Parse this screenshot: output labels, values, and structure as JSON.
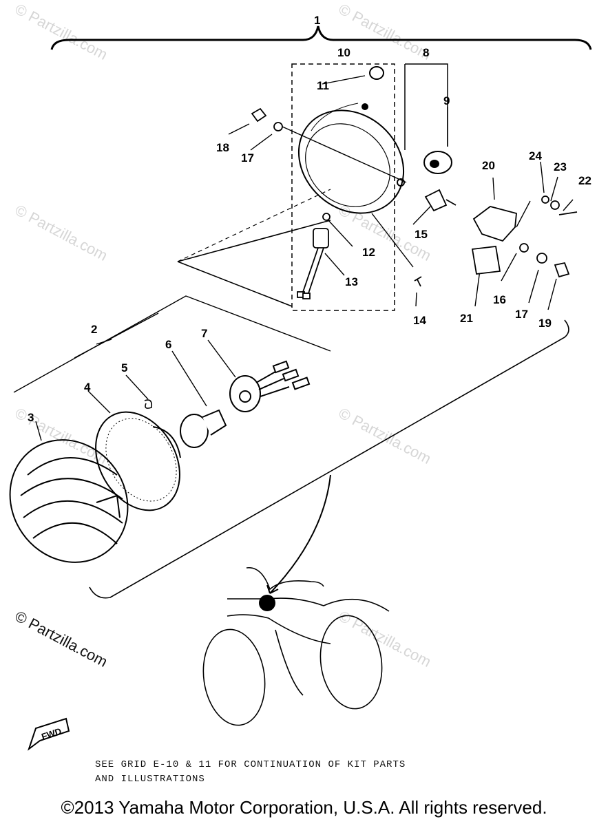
{
  "callouts": {
    "c1": "1",
    "c2": "2",
    "c3": "3",
    "c4": "4",
    "c5": "5",
    "c6": "6",
    "c7": "7",
    "c8": "8",
    "c9": "9",
    "c10": "10",
    "c11": "11",
    "c12": "12",
    "c13": "13",
    "c14": "14",
    "c15": "15",
    "c16": "16",
    "c17a": "17",
    "c17b": "17",
    "c18": "18",
    "c19": "19",
    "c20": "20",
    "c21": "21",
    "c22": "22",
    "c23": "23",
    "c24": "24"
  },
  "watermarks": {
    "repeat": "© Partzilla.com",
    "main": "© Partzilla.com"
  },
  "fwd_badge": "FWD",
  "note": {
    "line1": "SEE GRID E-10 & 11 FOR CONTINUATION OF KIT PARTS",
    "line2": "AND ILLUSTRATIONS"
  },
  "footer": "©2013  Yamaha Motor Corporation, U.S.A. All rights reserved."
}
